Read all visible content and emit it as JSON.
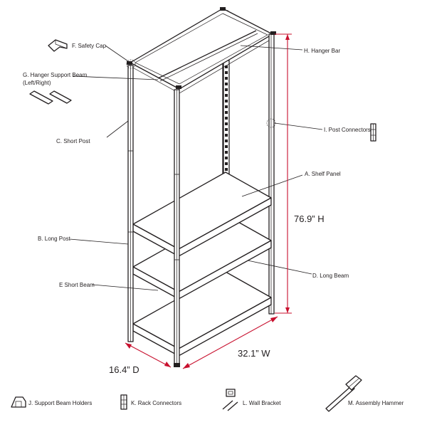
{
  "labels": {
    "safety_cap": "F. Safety Cap",
    "hanger_support_beam_line1": "G. Hanger Support Beam",
    "hanger_support_beam_line2": "(Left/Right)",
    "short_post": "C. Short Post",
    "long_post": "B. Long Post",
    "short_beam": "E Short Beam",
    "hanger_bar": "H. Hanger Bar",
    "post_connectors": "I. Post Connectors",
    "shelf_panel": "A. Shelf Panel",
    "long_beam": "D. Long Beam"
  },
  "dimensions": {
    "height": "76.9” H",
    "width": "32.1” W",
    "depth": "16.4” D"
  },
  "parts_legend": {
    "support_beam_holders": "J. Support Beam Holders",
    "rack_connectors": "K. Rack Connectors",
    "wall_bracket": "L. Wall Bracket",
    "assembly_hammer": "M. Assembly Hammer"
  },
  "colors": {
    "line": "#231f20",
    "dimension": "#c8102e",
    "background": "#ffffff"
  }
}
